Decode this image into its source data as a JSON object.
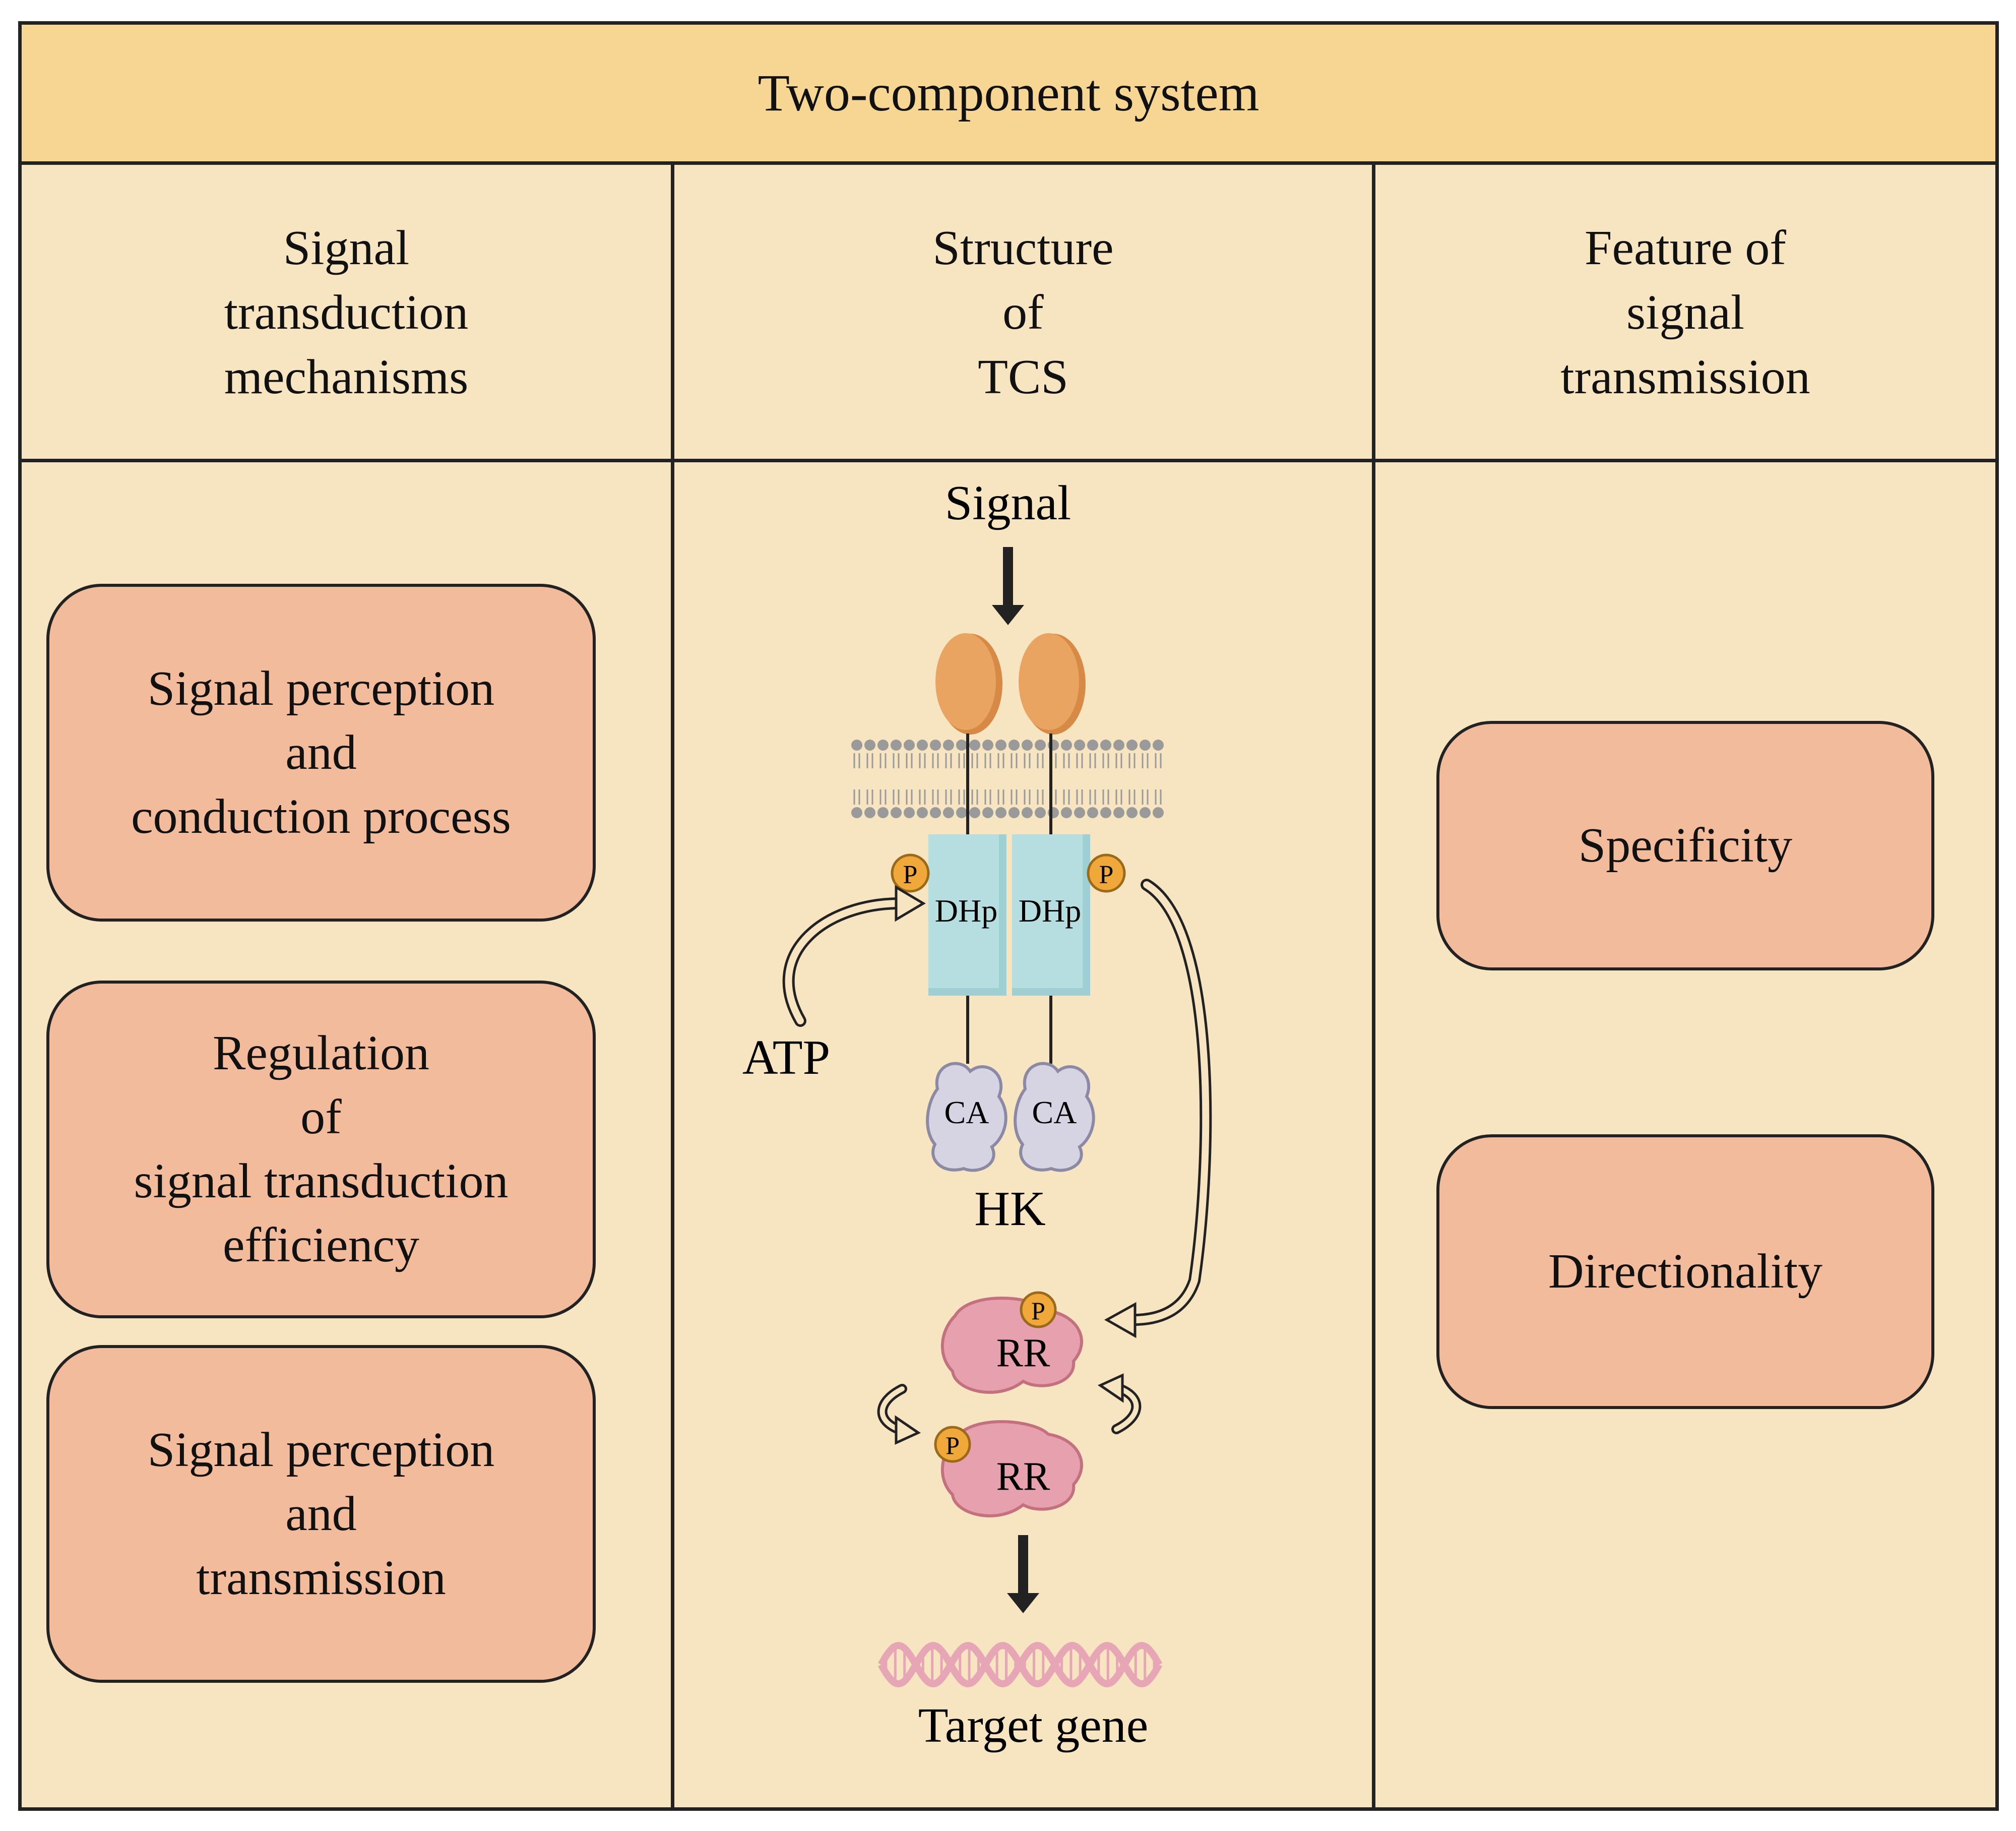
{
  "title": "Two-component system",
  "columns": [
    {
      "lines": [
        "Signal",
        "transduction",
        "mechanisms"
      ]
    },
    {
      "lines": [
        "Structure",
        "of",
        "TCS"
      ]
    },
    {
      "lines": [
        "Feature of",
        "signal",
        "transmission"
      ]
    }
  ],
  "mechanisms": [
    {
      "lines": [
        "Signal perception",
        "and",
        "conduction process"
      ]
    },
    {
      "lines": [
        "Regulation",
        "of",
        "signal transduction",
        "efficiency"
      ]
    },
    {
      "lines": [
        "Signal perception",
        "and",
        "transmission"
      ]
    }
  ],
  "features": [
    {
      "lines": [
        "Specificity"
      ]
    },
    {
      "lines": [
        "Directionality"
      ]
    }
  ],
  "structure": {
    "signal": "Signal",
    "atp": "ATP",
    "hk": "HK",
    "dhp": "DHp",
    "ca": "CA",
    "rr": "RR",
    "p": "P",
    "target_gene": "Target gene"
  },
  "colors": {
    "background": "#f7e5c2",
    "title_bar": "#f7d693",
    "box_fill": "#f2bb9c",
    "receptor": "#e9a462",
    "dhp": "#b6dde0",
    "ca": "#d6d4e2",
    "rr": "#e7a0ad",
    "phosphate": "#f0a83a",
    "membrane": "#9a9a9a",
    "dna": "#e6a6b5"
  }
}
